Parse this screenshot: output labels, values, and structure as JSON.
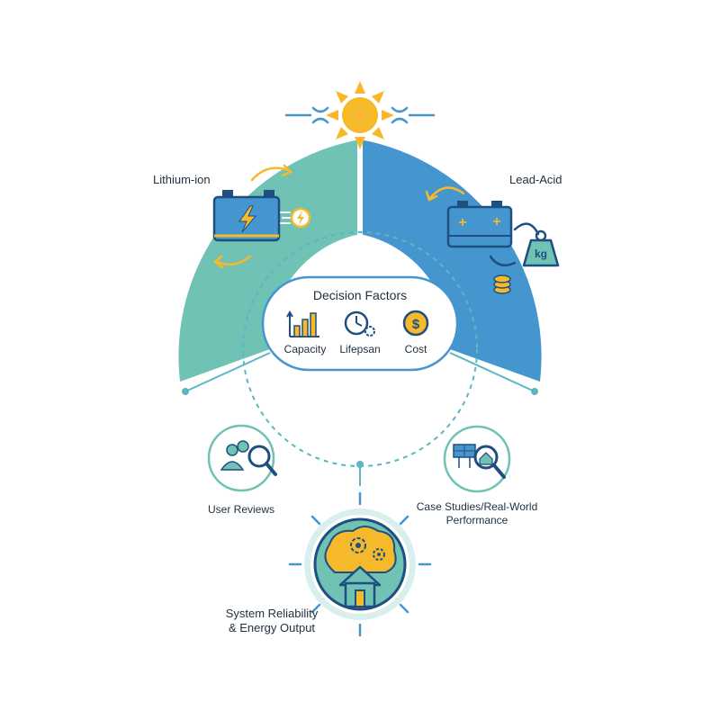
{
  "labels": {
    "left_type": "Lithium-ion",
    "right_type": "Lead-Acid",
    "weight_tag": "kg",
    "center_title": "Decision Factors",
    "factors": [
      "Capacity",
      "Lifepsan",
      "Cost"
    ],
    "user_reviews": "User Reviews",
    "case_studies_line1": "Case Studies/Real-World",
    "case_studies_line2": "Performance",
    "outcome_line1": "System Reliability",
    "outcome_line2": "& Energy Output"
  },
  "icons": {
    "sun": "sun-icon",
    "battery_left": "battery-charging-icon",
    "battery_right": "battery-plus-minus-icon",
    "weight": "weight-icon",
    "coins": "coins-icon",
    "capacity": "bar-chart-icon",
    "lifespan": "clock-gear-icon",
    "cost": "dollar-coin-icon",
    "reviews": "users-magnifier-icon",
    "cases": "solar-panel-house-magnifier-icon",
    "outcome": "brain-gears-house-icon"
  },
  "colors": {
    "teal": "#6fc2b4",
    "blue": "#4596cf",
    "navy": "#1f4f80",
    "sun": "#f6b92b",
    "cyan_line": "#5ab7c3",
    "light_teal": "#d9efee"
  }
}
